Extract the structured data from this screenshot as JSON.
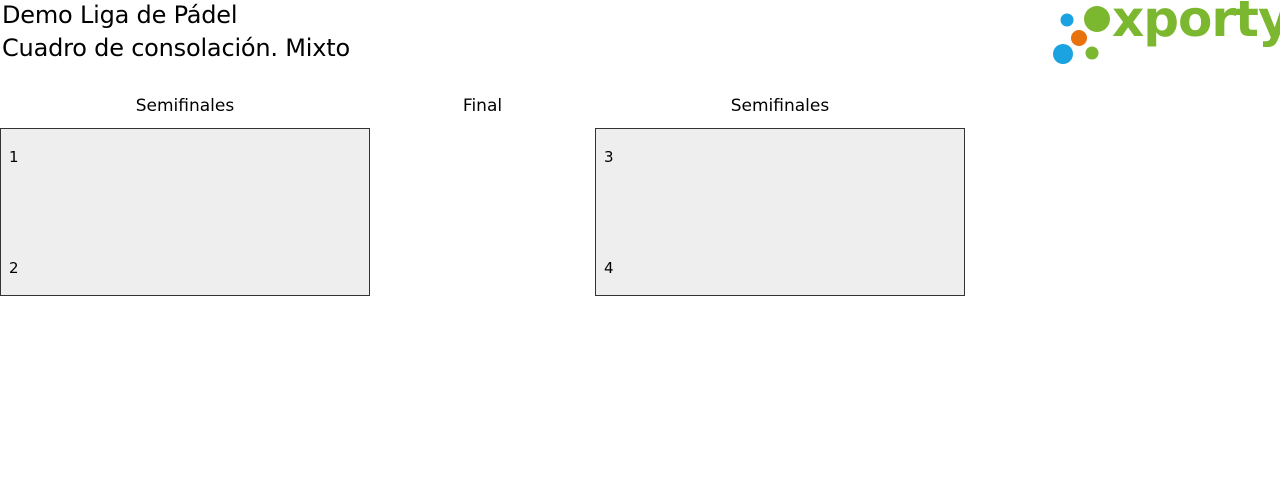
{
  "header": {
    "title": "Demo Liga de Pádel",
    "subtitle": "Cuadro de consolación. Mixto"
  },
  "logo": {
    "text": "xporty",
    "colors": {
      "green": "#7cb82f",
      "blue": "#1aa3e0",
      "orange": "#e8720c"
    }
  },
  "rounds": [
    {
      "label": "Semifinales"
    },
    {
      "label": "Final"
    },
    {
      "label": "Semifinales"
    }
  ],
  "matches": [
    {
      "top_seed": "1",
      "bottom_seed": "2"
    },
    {
      "top_seed": "3",
      "bottom_seed": "4"
    }
  ],
  "colors": {
    "match_background": "#eeeeee",
    "match_border": "#333333"
  }
}
